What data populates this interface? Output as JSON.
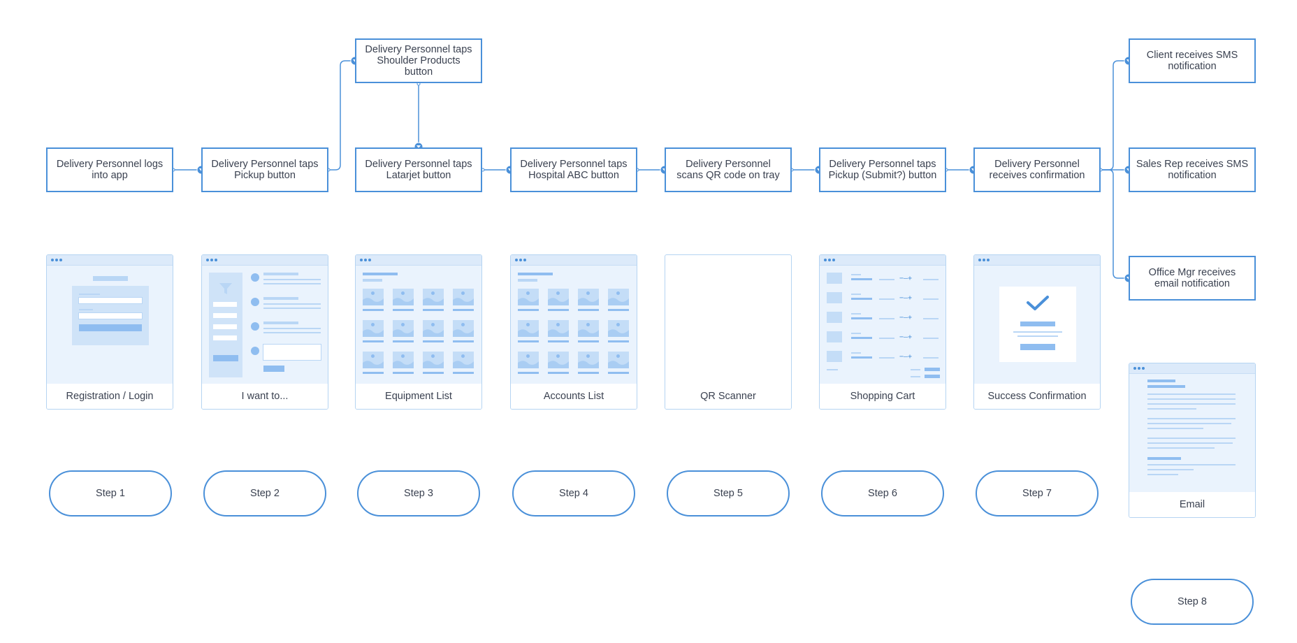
{
  "flow_boxes": {
    "login": "Delivery Personnel logs into app",
    "pickup": "Delivery Personnel taps Pickup button",
    "shoulder": "Delivery Personnel taps Shoulder Products button",
    "latarjet": "Delivery Personnel taps Latarjet button",
    "hospital": "Delivery Personnel taps Hospital ABC button",
    "scan": "Delivery Personnel scans QR code on tray",
    "submit": "Delivery Personnel taps Pickup (Submit?) button",
    "confirm": "Delivery Personnel receives confirmation",
    "client_sms": "Client receives SMS notification",
    "rep_sms": "Sales Rep receives SMS notification",
    "mgr_email": "Office Mgr receives email notification"
  },
  "screens": {
    "login": "Registration / Login",
    "iwant": "I want to...",
    "equipment": "Equipment List",
    "accounts": "Accounts List",
    "qr": "QR Scanner",
    "cart": "Shopping Cart",
    "success": "Success Confirmation",
    "email": "Email"
  },
  "steps": [
    "Step 1",
    "Step 2",
    "Step 3",
    "Step 4",
    "Step 5",
    "Step 6",
    "Step 7",
    "Step 8"
  ],
  "colors": {
    "accent": "#4a90d9",
    "light": "#eaf3fd",
    "placeholder": "#b9d6f5"
  }
}
